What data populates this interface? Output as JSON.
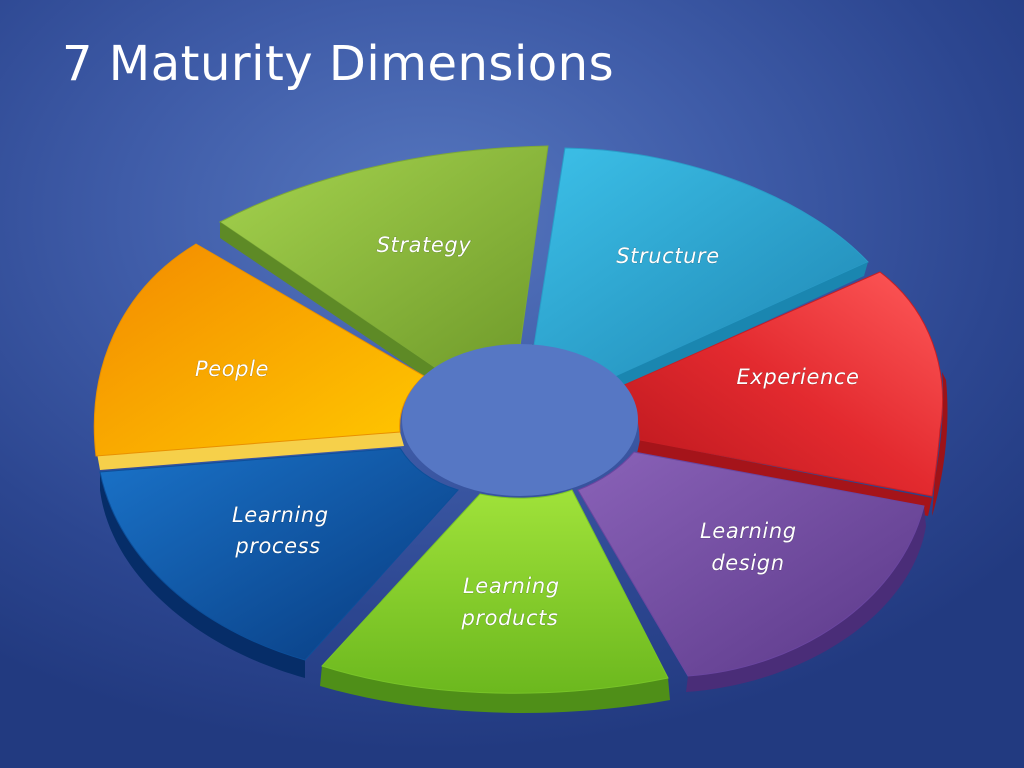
{
  "title": "7 Maturity Dimensions",
  "segments": [
    {
      "id": "strategy",
      "lines": [
        "Strategy"
      ],
      "color": "#8ec63f"
    },
    {
      "id": "structure",
      "lines": [
        "Structure"
      ],
      "color": "#2ea8d4"
    },
    {
      "id": "experience",
      "lines": [
        "Experience"
      ],
      "color": "#e0252d"
    },
    {
      "id": "learning-design",
      "lines": [
        "Learning",
        "design"
      ],
      "color": "#7a50a8"
    },
    {
      "id": "learning-products",
      "lines": [
        "Learning",
        "products"
      ],
      "color": "#84d22c"
    },
    {
      "id": "learning-process",
      "lines": [
        "Learning",
        "process"
      ],
      "color": "#0a5cb0"
    },
    {
      "id": "people",
      "lines": [
        "People"
      ],
      "color": "#fb9e00"
    }
  ]
}
